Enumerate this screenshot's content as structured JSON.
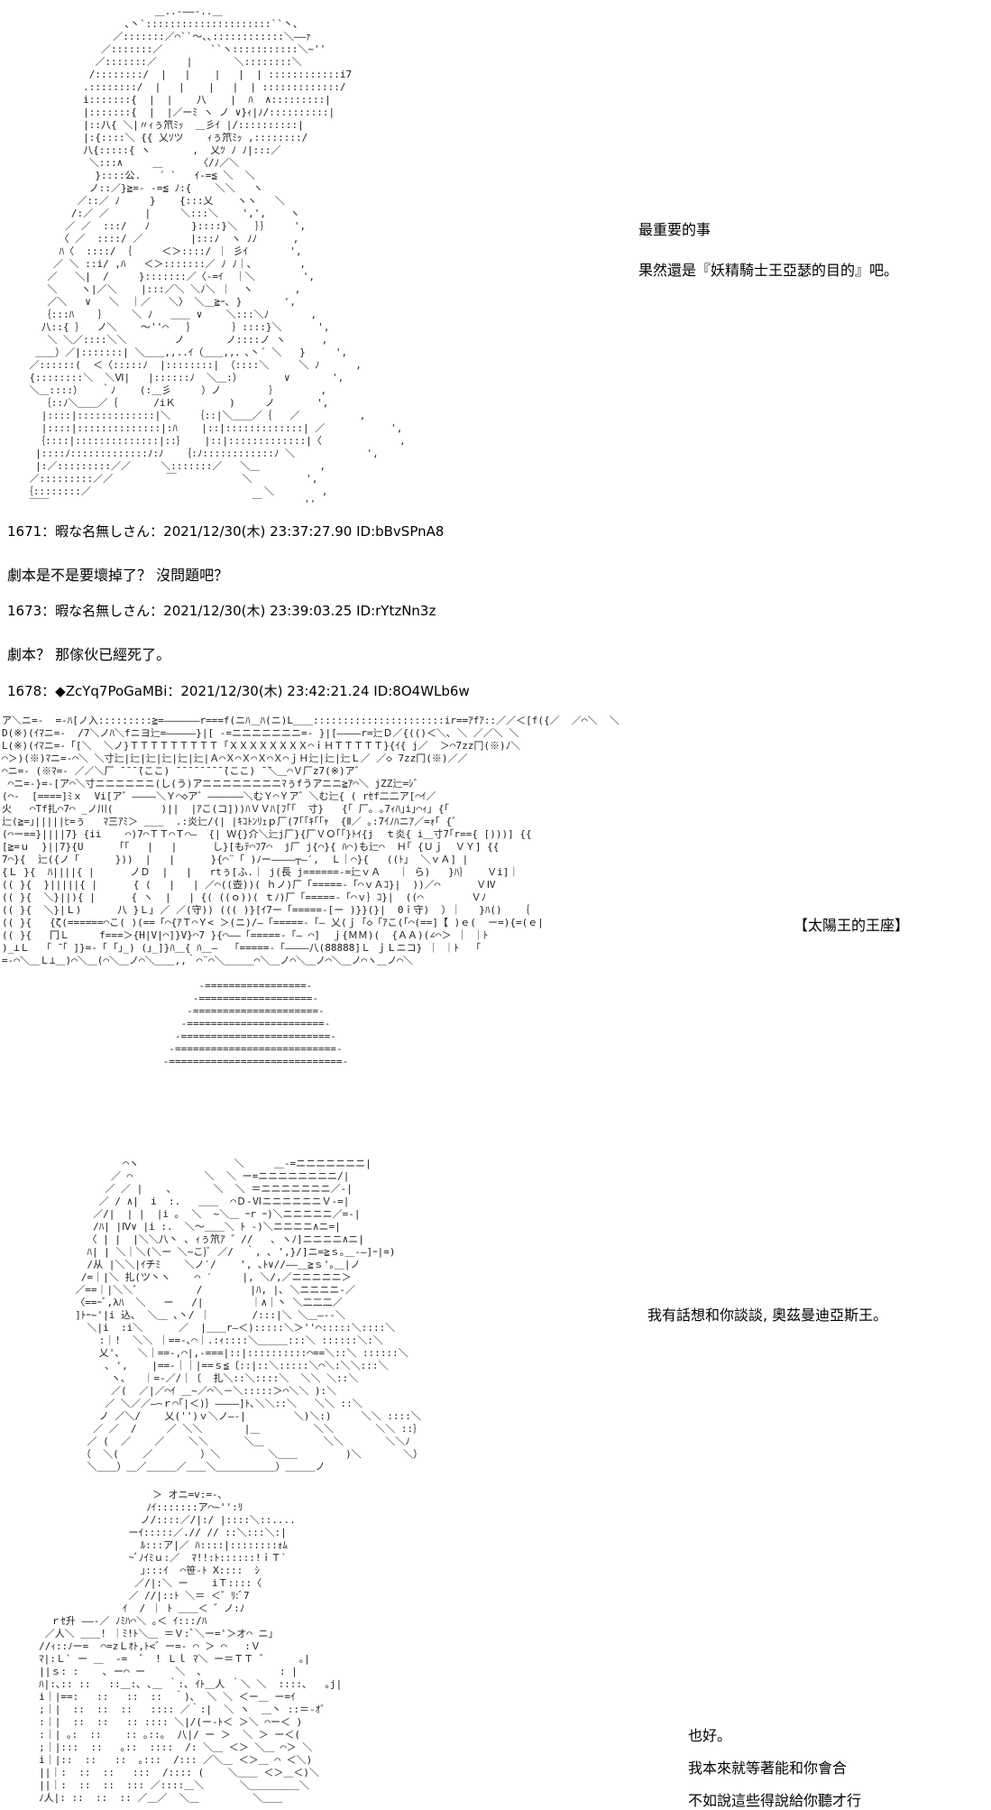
{
  "page": {
    "background": "#ffffff",
    "text_color": "#000000",
    "aa_color": "#1c1c1c"
  },
  "dialogue_top": {
    "line1": "最重要的事",
    "line2": "果然還是『妖精騎士王亞瑟的目的』吧。"
  },
  "posts": [
    {
      "header": "1671：暇な名無しさん：2021/12/30(木) 23:37:27.90 ID:bBvSPnA8",
      "body": "劇本是不是要壞掉了？ 沒問題吧？"
    },
    {
      "header": "1673：暇な名無しさん：2021/12/30(木) 23:39:03.25 ID:rYtzNn3z",
      "body": "劇本？ 那傢伙已經死了。"
    },
    {
      "header": "1678：◆ZcYq7PoGaMBi：2021/12/30(木) 23:42:21.24 ID:8O4WLb6w",
      "body": ""
    }
  ],
  "throne": {
    "caption": "【太陽王的王座】"
  },
  "dialogue_mid": {
    "line1": "我有話想和你談談, 奧茲曼迪亞斯王。"
  },
  "dialogue_bottom": {
    "line1": "也好。",
    "line2": "我本來就等著能和你會合",
    "line3": "不如說這些得說給你聽才行"
  },
  "aa_fairy_knight": [
    "                         ＿..-――-..＿",
    "                    ､丶`:::::::::::::::::::::``丶、",
    "                  ／:::::::／⌒``～､､::::::::::::＼――ｧ",
    "                ／:::::::／        ``ヽ:::::::::::＼~''",
    "               ／:::::::／     |       ＼::::::::＼",
    "              /::::::::/  |   |    |   |  | ::::::::::::i7",
    "             .::::::::/  |   |    |   |  | :::::::::::::/",
    "             i:::::::{  |  |    八    |  ﾊ  ∧:::::::::|",
    "             |:::::::{  |  |／ーﾐ ヽ ノ ∨}ｨ|ﾉ/::::::::::|",
    "             |::八{ ＼|〃ｨぅ笊ﾐｯ  ＿彡ｲ |/::::::::::|",
    "             |:{::::＼ {{ 乂ｿツ    ｨぅ笊ﾐｯ ,::::::::/",
    "             八{:::::{ ヽ       ,  乂ﾂ ﾉ ﾉ|:::／",
    "              ＼:::∧     ＿      〈/ﾉ／＼",
    "               }::::公.   ´ `   ｲ-=≦ ＼  ＼",
    "              ノ::／}≧=- -=≦ ﾉ:{    ＼＼   ヽ",
    "            ／::／ ﾉ     }    {:::乂    ヽヽ   ＼",
    "           /:／ ／      |     ＼:::＼    ',',    ヽ",
    "          ／ ／  :::/   ﾉ       }::::}＼   ｝｝    ',",
    "         〈 ／  ::::/ ／        |:::ﾉ  ヽ ﾉﾉ      ,",
    "         ﾊ〈  ::::/ ｛     ＜＞::::/ ｜ 彡ｲ       ',",
    "        ／ ＼ ::i/ ,ﾊ   ＜＞:::::::／ ﾉ ﾉ｜､        ,",
    "       ／   ＼|  /     }:::::::／〈-=ｲ  ｜＼        ',",
    "       ＼    ヽ|／＼    |:::／＼ ＼ﾉ＼ ｜  ヽ       ,",
    "       ／＼   ∨   ＼  ｜／   ＼〉 ＼＿≧ｰ､ }       ',",
    "      ｛:::ﾊ    ｝    ＼ ﾉ   ＿＿ ∨    ＼:::＼ﾉ       ,",
    "      八::{ ｝  ノ＼    ～''⌒   ｝      ｝::::}＼      ',",
    "       ＼ ＼／::::＼＼        ノ       ノ::::ノ ヽ      ,",
    "     ＿＿）／|:::::::| ＼＿＿,,..ｲ（＿＿,,．､丶´ ＼   }     ',",
    "    ／::::::(  ＜〈:::::ﾉ  |::::::::| （::::＼     ＼ ﾉ      ,",
    "    {::::::::＼  ＼Ⅵ|   |::::::ﾉ  ＼＿:）       ∨       ',",
    "    ＼＿::::）   ｀ﾉ    (:＿彡     ）ノ        ｝       ,",
    "      ｛::ﾉ＼＿＿／｛      /iＫ         )     ノ       ',",
    "      |::::|:::::::::::::|＼    ｛::|＼＿＿／｛   ／          ,",
    "      |::::|::::::::::::::|:ﾊ    |::|:::::::::::::| ／           ',",
    "     ｛::::|::::::::::::::|::｝   |::|:::::::::::::|〈             ,",
    "     |::::ﾉ:::::::::::::ﾉ:ﾉ   ｛:ﾉ::::::::::::ﾉ ＼            ',",
    "     |:／:::::::::／／     ＼:::::::／   ＼＿          ,",
    "    ／:::::::::／／         ￣           ＼         ',",
    "   ｛::::::::／                             ＼        ,",
    "    ￣￣                                  ￣       ''"
  ],
  "aa_throne": [
    "ア＼ニ=-  =-ﾊ[ノ入:::::::::≧=――――――r===f(ニﾊ＿ﾊ(ニ)L＿＿::::::::::::::::::::::ir==ｱfｱ::／／＜[f({／  ／⌒＼  ＼",
    "D(※)(ｲﾏニ=-  /7＼ノﾊ＼fニヨ辷=―――――}|[ -=ニニニニニニニ=- }|[――――r=辷Ｄ／{(()＜＼､ ＼ ／／＼ ＼",
    "L(※)(ｲﾏニ=-「[＼  ＼ノ}ＴＴＴＴＴＴＴＴＴ「ＸＸＸＸＸＸＸＸ⌒ｉＨＴＴＴＴＴ}{ｲ{ j／  ＞⌒7zz冂(※)ﾉ＼",
    "⌒＞)(※)ﾏニ=-⌒＼ ＼寸辷|辷|辷|辷|辷|辷|Ａ⌒Ｘ⌒Ｘ⌒Ｘ⌒Ｘ⌒ｊＨ辷|辷|辷Ｌ／ ／◇ 7zz冂(※)／／",
    "⌒ニ=- (※ﾏ=- ／／＼厂 ̄ ̄ ̄ ̄(ここ) ̄ ̄ ̄ ̄ ̄ ̄ ̄ ̄ ̄(ここ) ̄ ̄＼＿⌒Ｖ厂z7(※)ア゛",
    " ⌒ニ=-}=-[ア⌒＼寸ニニニニニニ(し(う)アニニニニニニニニﾏぅfうアニニ≧ｱ⌒＼ jZZ辷=ｼ゛",
    "(⌒-  [====]ﾐｘ  Vi[ア゛――――＼Ｙ⌒◇ア゛――――――＼むＹ⌒Ｙア゛＼む辷{ ( rｾf二二ア[⌒ｲ／",
    "火   ⌒Tf扎⌒7⌒ _ノ川(        )||  |ｱこ(コ]))ﾊＶＶﾊ[ﾌ｢｢  寸}   {「 厂｡ ｡7ｨﾊ｣i｣⌒ｨ｣ {「",
    "辷(≧=｣|||||ﾋ=ぅ   ﾏ三ｱﾐ＞ ＿＿  .:炎辷/(| |ｷｺﾄﾝﾘｪｐ厂(7｢｢ｷ｢｢ｬ  {Ⅱ／ ｡:7ｲﾉﾊニｱ／=ｫ｢ {゛",
    "(⌒ー==}||||7} {ii    ⌒)7⌒ＴＴ⌒Ｔ⌒―  {| Ｗ{}介＼辷j厂}{厂ＶＯ｢｢}ﾄｲ{j  ｔ炎{ i＿寸7｢r=={ [)))] {{",
    "[≧=ｕ  }||7}{U      ｢｢   |   |      し}[もﾃ⌒ﾌ7⌒  j厂 j{⌒}{ ﾊ⌒)も辷⌒  Ｈ｢ {Ｕｊ  ＶＹ] {{",
    "7⌒}{  辷({ノ「      }))  |   |      }{⌒¨「 )ﾉー――――┬―′,  Ｌ｜⌒}{   ((ﾄ｣  ＼ｖＡ] |",
    "{Ｌ }{  ﾊ||||{ |      ノＤ  |   |   rtぅ[ふ.｜ j(長 j======-=辷ｖＡ   ｜ ら)   }ﾊ｝   Ｖi]｜",
    "(( }{  }|||||{ |      { (   |   | ／⌒((壺))( ｈノ)厂「=====-「⌒ｖＡｺ}|  ))／⌒      ＶⅣ",
    "(( }{  ＼}||){ |      { ヽ  |   | {( ((ｏ))( ｔﾉ)厂「=====-「⌒ｖ｝ｺ}|  ((⌒        Ｖﾉ",
    "(( }{  ＼}|Ｌ)      八 }Ｌ｣ ／ ／(守)) ((( )}[ｲ7ー「=====-[ー )}}(}|  0ｉ守)  ）｜   }ﾊ()   ｛",
    "(( }{   {ζ(======⌒こ( )(==「⌒{ｱＴ⌒Ｙ< ＞(ニ)/―「=====-「― 乂(ｊ「◇「ｱこ(「⌒(==]【 )ｅ(  ー=){=(ｅ|",
    "(( }{   冂Ｌ     f===＞{H|V|⌒]}V}⌒7 }{⌒――「=====-「― ⌒]  ｊ{ＭＭ)(  {ＡＡ)(∠⌒＞ ｜ ｜ﾄ",
    ")_⊥Ｌ  「 ̄「 ]}=-「 ｢｣_) (｣_]}ﾊ＿{ ﾊ＿―  「=====-「――――八(88888]Ｌ ｊＬニコ} ｜ ｜ﾄ  「",
    "=-⌒＼＿Ｌ⊥＿)⌒＼＿(⌒＼＿ノ⌒＼＿＿,,｀⌒¨⌒＼＿＿＿⌒＼＿ノ⌒＼＿ノ⌒＼＿ノ⌒ヽ＿ノ⌒＼",
    "",
    "                                 -=================-",
    "                                -===================-",
    "                               -=====================-",
    "                              -=======================-",
    "                             -=========================-",
    "                            -===========================-",
    "                           -=============================-"
  ],
  "aa_visitor": [
    "          ⌒ヽ                ＼     ＿-=ニニニニニニニ|",
    "        ／ ⌒            ＼  ＼ ー=ニニニニニニニニ/|",
    "       ／ ／ |    ､       ＼  ＼ ＝ニニニニニニニ／-|",
    "      ／ / ∧|  i  :.   ＿＿  ⌒Ｄ-ⅥニニニニニニＶ-=|",
    "     ／/|  | |  |i ｡  ＼  ~＼＿ ｰr ｰ)＼ニニニニニ／=-|",
    "     /ﾊ| |Ⅳ∨ |i :.  ＼～＿＿＼ ﾄ ‐)＼ニニニニ∧ニ=|",
    "    〈 | |  |＼＼八丶 ､ ｨぅ笊ｱ ゛//   ､ ヽﾉ]ニニニニ∧ニ|",
    "    ﾊ| | ＼｜＼(＼ー ＼~こ)ﾞ ／/  ｀, ､ ',}/]ニ=≧ｓ｡＿-―]ｰ|=)",
    "    /从 |＼＼|ｲチﾐ    ＼ノ′/    ', ､ﾄ∨//――＿≧ｓ'｡＿|ノ",
    "   /=｜|＼ 扎(ツ丶ヽ    ⌒ ′     |, ＼/,／ニニニニニ＞",
    "  ／==｜|＼＼゛         /        |ﾊ, |､ ＼ニニニニ-／",
    "  〈==ｰﾞ,λﾊ  ＼   ー   /|        ｜∧｜丶 ＼二二二／",
    "  ]ﾄｰ~'|i 込､  ＼＿ ､丶/ ｜       /:::|＼ ＼＿―--＼",
    "    ＼|i  :i＼      ／  |＿＿r―＜):::::＼＞''⌒:::::＼::::＼",
    "      :｜!  ＼＼ ｜==-､⌒｜.:ｨ::::＼＿＿＿:::＼ ::::::＼:＼",
    "      乂'､   ＼｜==-,⌒|,-===|::|::::::::::⌒==＼::＼ ::::::＼",
    "       ､ ',    |==-｜｜|==ｓ≦〔::|::＼:::::＼⌒＼:＼＼:::＼",
    "        ヽ､   ｜=-／/｜〔  扎＼::＼::::＼  ＼＼ ＼::＼",
    "        ／(  ／|／⌒ｲ ＿~／⌒＼－＼:::::＞⌒＼＼ ):＼",
    "       ／ ＼／／―~ｒ⌒｢|＜)｝――――]ﾄ､＼＼::＼   ＼＼ ::＼",
    "      ノ ／＼/    乂('')ｖ＼ノ―-|        ＼)＼:)     ＼＼ ::::＼",
    "     ／ ／  /     ／ ＼＼       |＿         ＼＼       ＼＼ ::｝",
    "    ／ (  ／    ／    ＼＼      ＼＿          ＼＼       ＼＼ﾉ",
    "   （  ＼(    ／        ）＼        ＼＿＿        )＼       ＼）",
    "    ＼＿＿）＿／＿＿＿／＿＿＼＿＿＿＿＿＿）＿＿＿ノ"
  ],
  "aa_ozymandias": [
    "                        ＞ オニ=v:=-､",
    "                       ﾉｲ:::::::ア⌒~'':ﾘ",
    "                      ノ/::::／/|:/ |::::＼::....",
    "                    ーｲ:::::／.// // ::＼:::＼:|",
    "                      ﾙ:::ア|／ ﾊ::::|::::::::ｫﾑ",
    "                    ~ﾞﾉｲﾐｕ:／  ﾏ!!:ﾄ::::::!ｉＴ`",
    "                      ｣:::ｲ  ⌒笹-ﾄ X::::  ｼ",
    "                     ／/|:＼ ー    iＴ::::〈",
    "                    ／ //|::ﾄ ＼＝ ＜゛ﾘ:ﾞ7",
    "                   ｲ  / ｜ ﾄ ＿＿＜ ゛ノ:ﾉ",
    "       ｒｾ升 ――-／ ﾉﾐﾊ⌒＼ ｡＜ ｲ:::/ﾊ",
    "      ／人＼ ＿＿! ｜ﾐ!ﾄ＼＿ ＝Ｖ:ﾞ＼ー='＞オ⌒ ニ｣",
    "     //ｨ::ﾉー=  ⌒=zＬｵﾄ,ﾄ<゛ー=- ⌒ ＞ ⌒   :Ｖ",
    "     ﾏ|:Ｌ` ー ＿  -=  ゛ ! Ｌｌ ﾏ＼ ー＝ＴＴ ゛     ｡|",
    "     ||ｓ: :    ､ ー⌒ ー     ＼  ､             : |",
    "     ﾊ|:､:: ::   ::＿:､ ､＿ ｀:､ ｲﾄ＿人 ｀＼ ＼  ::::､   ｡j|",
    "     i｜|==:   ::   ::  ::  ｀)､  ＼ ＼ ＜ー＿ ー=ｲ",
    "     ;｜|  ::  ::  ::   :::: ／｀:|  ＼ ヽ  ＿丶 ::＝-ｵ゛",
    "     :｜|  ::  ::   :: :::: ＼|/(ー-ﾄ＜ ＞＼ ⌒ー＜ )",
    "     :｜| ｡:  ::    :: ｡::｡  八|/ ー ＞  ＼ ＞ ー＜(",
    "     ;｜|:::  ::   ｡::  ::::  /: ＼＿ ＜＞ ＼＿ ⌒＞ ＼",
    "     i｜|::  ::   ::  ｡:::  /::: ／＼＿ ＜＞＿ ⌒ ＜＼)",
    "     ||｜:  ::  ::   :::  /:::: (    ＼＿＿ ＜＞＿＜)＼",
    "     ||｜:  ::  ::  ::: ／::::＿＼      ＼＿＿＿＿＿＼",
    "     ﾉ人|: ::  ::  :: ／＿／  ＼＿         ＼＿＿"
  ]
}
